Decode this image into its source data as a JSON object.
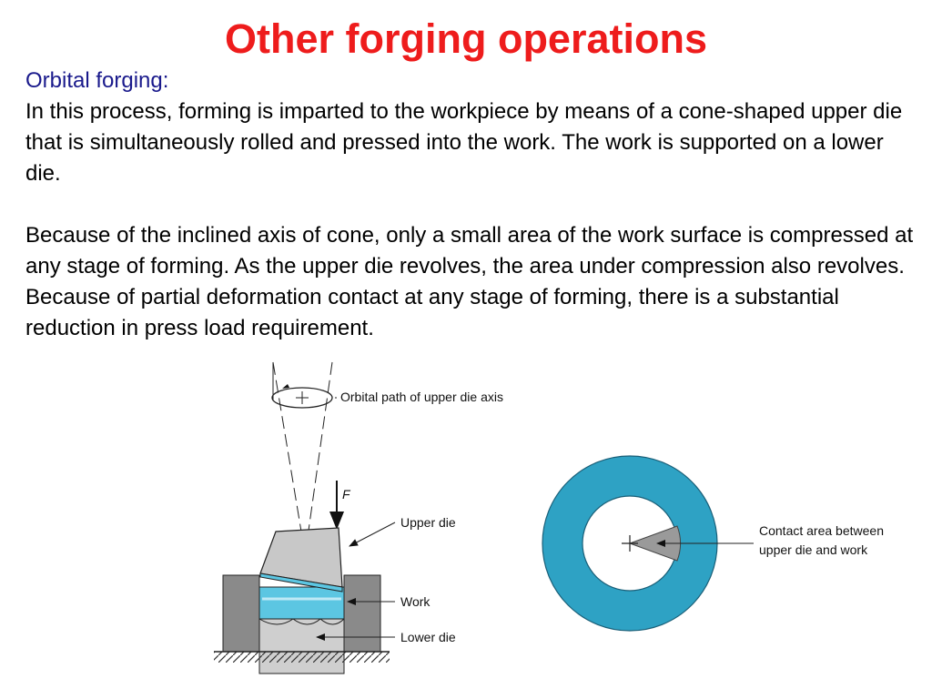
{
  "title": "Other forging operations",
  "subheading": "Orbital forging:",
  "paragraph1": "In this process, forming is imparted to the workpiece by means of a cone-shaped upper die that is simultaneously rolled and pressed into the work. The work is supported on a lower die.",
  "paragraph2": "Because of the inclined axis of cone, only a small area of the work surface is compressed at any stage of forming. As the upper die revolves, the area under compression also revolves. Because of partial deformation contact at any stage of forming, there is a substantial reduction in press load requirement.",
  "diagram": {
    "force_label": "F",
    "labels": {
      "orbital_path": "Orbital path of upper die axis",
      "upper_die": "Upper die",
      "work": "Work",
      "lower_die": "Lower die",
      "contact_line1": "Contact area between",
      "contact_line2": "upper die and work"
    },
    "colors": {
      "title": "#ee1c1c",
      "subheading": "#1a1a8c",
      "ring": "#2ea2c4",
      "work": "#5cc6e2",
      "die": "#c8c8c8",
      "dark_die": "#8a8a8a"
    }
  }
}
